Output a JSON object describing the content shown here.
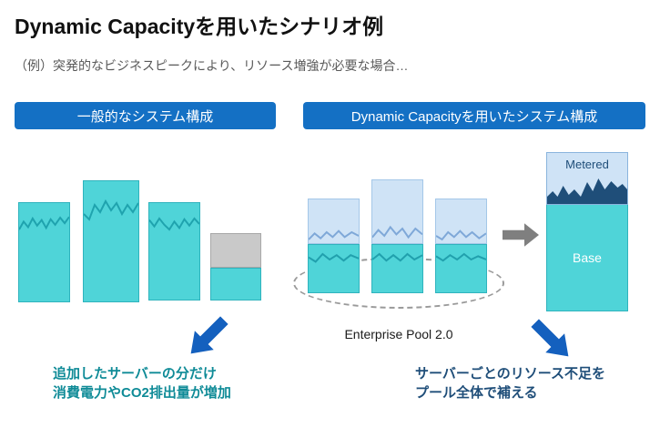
{
  "slide": {
    "title": "Dynamic Capacityを用いたシナリオ例",
    "subtitle": "（例）突発的なビジネスピークにより、リソース増強が必要な場合…"
  },
  "left_panel": {
    "banner": "一般的なシステム構成",
    "caption": [
      "追加したサーバーの分だけ",
      "消費電力やCO2排出量が増加"
    ]
  },
  "right_panel": {
    "banner": "Dynamic Capacityを用いたシステム構成",
    "pool_label": "Enterprise Pool 2.0",
    "pooled_bar": {
      "metered_label": "Metered",
      "base_label": "Base"
    },
    "caption": [
      "サーバーごとのリソース不足を",
      "プール全体で補える"
    ]
  },
  "colors": {
    "banner_blue": "#1470c4",
    "teal_fill": "#4fd4d8",
    "teal_border": "#2fb3bd",
    "light_blue_fill": "#cfe3f6",
    "gray_fill": "#c9c9c9",
    "arrow_blue": "#1460be",
    "arrow_gray": "#7f7f7f",
    "navy": "#1f4e79",
    "caption_teal": "#0f8b97",
    "subtitle_gray": "#595959"
  }
}
